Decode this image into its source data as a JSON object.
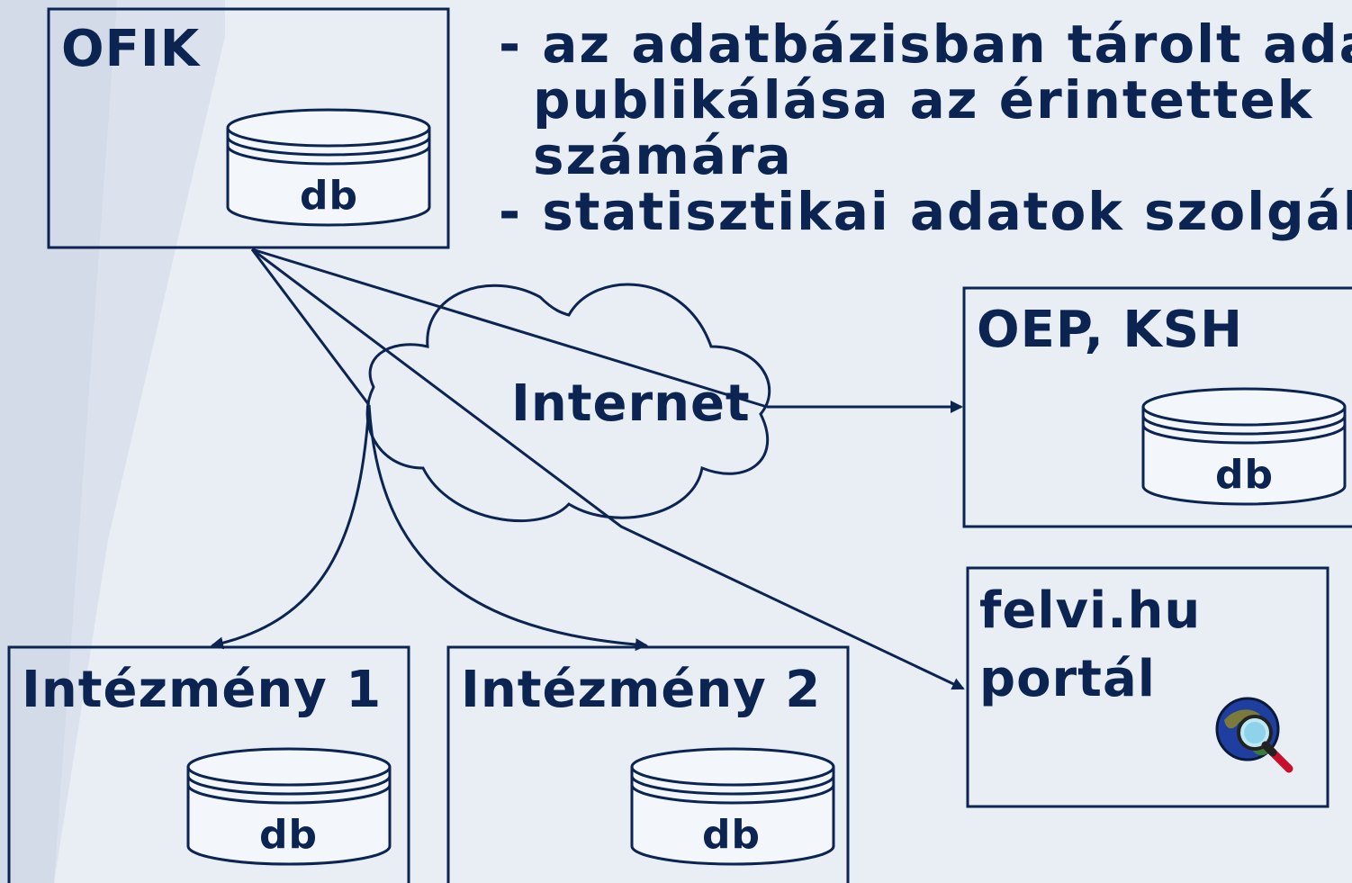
{
  "ofik": {
    "title": "OFIK",
    "db": "db"
  },
  "bullets": {
    "line1": "- az adatbázisban tárolt ada",
    "line2": "publikálása az érintettek",
    "line3": "számára",
    "line4": "- statisztikai adatok szolgált"
  },
  "internet": {
    "label": "Internet"
  },
  "oep": {
    "title": "OEP, KSH",
    "db": "db"
  },
  "felvi": {
    "title_line1": "felvi.hu",
    "title_line2": "portál",
    "icon": "globe-magnifier-icon"
  },
  "inst1": {
    "title": "Intézmény 1",
    "db": "db"
  },
  "inst2": {
    "title": "Intézmény 2",
    "db": "db"
  },
  "colors": {
    "ink": "#0b2452",
    "background": "#e9eef5",
    "band": "#d9e0ec"
  }
}
